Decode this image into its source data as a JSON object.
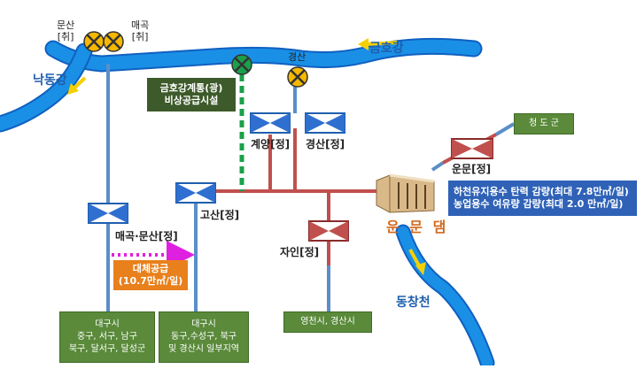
{
  "colors": {
    "river": "#1a8fe6",
    "river_edge": "#1060c0",
    "pipe_blue": "#5b8ec9",
    "pipe_red": "#c0504d",
    "emergency_green": "#1aa04a",
    "alt_supply_magenta": "#e020e0",
    "arrow_yellow": "#f5d000"
  },
  "rivers": {
    "nakdong": "낙동강",
    "geumho": "금호강",
    "dongchang": "동창천"
  },
  "intakes": {
    "munsan": {
      "name": "문산",
      "suffix": "[취]"
    },
    "maegok": {
      "name": "매곡",
      "suffix": "[취]"
    },
    "gyeongsan": {
      "name": "경산"
    }
  },
  "plants": {
    "gyeyang": "계양[정]",
    "gyeongsan": "경산[정]",
    "unmun": "운문[정]",
    "gosan": "고산[정]",
    "jain": "자인[정]",
    "maegok_munsan": "매곡·문산[정]"
  },
  "emergency": {
    "line1": "금호강계통(광)",
    "line2": "비상공급시설"
  },
  "alt_supply": {
    "line1": "대체공급",
    "line2": "(10.7만㎥/일)"
  },
  "cheongdo": "청 도 군",
  "dam": {
    "name": "운 문 댐",
    "note1": "하천유지용수 탄력 감량(최대 7.8만㎥/일)",
    "note2": "농업용수 여유량 감량(최대 2.0 만㎥/일)"
  },
  "regions": {
    "daegu1": {
      "title": "대구시",
      "line1": "중구, 서구, 남구",
      "line2": "북구, 달서구, 달성군"
    },
    "daegu2": {
      "title": "대구시",
      "line1": "동구,수성구, 북구",
      "line2": "및 경산시 일부지역"
    },
    "yeongcheon": "영천시, 경산시"
  }
}
